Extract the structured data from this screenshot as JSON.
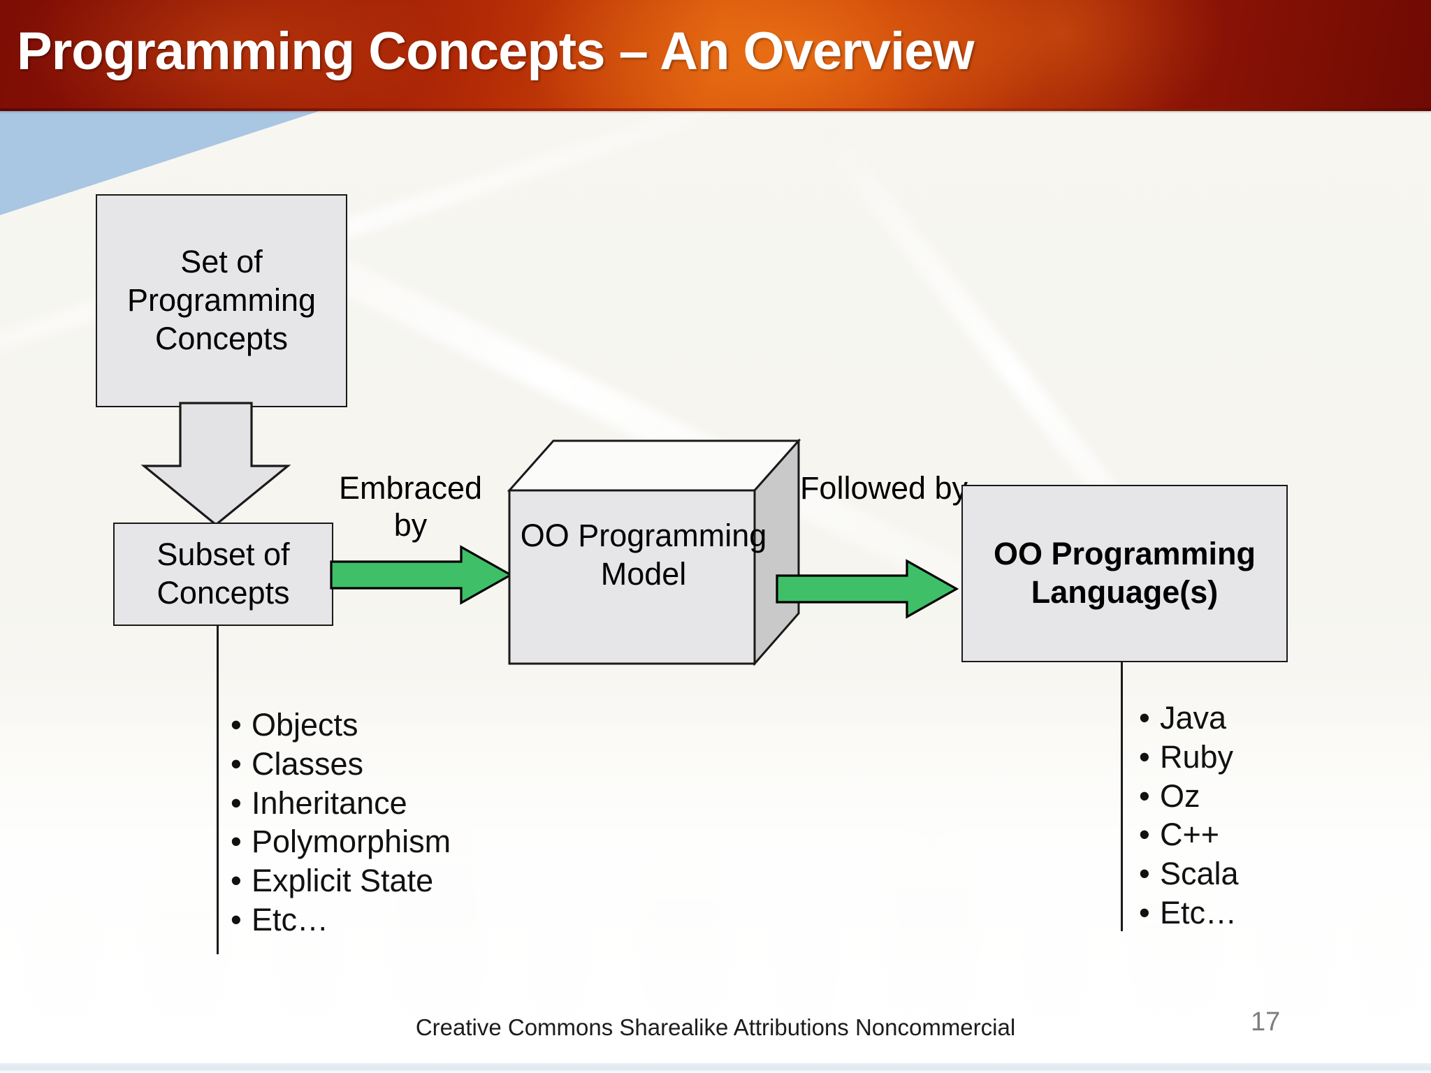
{
  "slide": {
    "title": "Programming Concepts – An Overview",
    "page_number": "17",
    "footer": "Creative Commons Sharealike Attributions Noncommercial",
    "theme": {
      "title_bar_dark": "#7d0d05",
      "title_bar_bright": "#d4510a",
      "title_text_color": "#ffffff",
      "node_fill": "#e6e6e8",
      "node_border": "#1a1a1a",
      "arrow_green": "#3fbf68",
      "arrow_green_border": "#000000",
      "background": "#f7f6f1",
      "accent_blue": "#a9c6e3",
      "page_number_color": "#7d7d7d"
    }
  },
  "diagram": {
    "nodes": {
      "set_of_concepts": "Set of Programming Concepts",
      "subset_of_concepts": "Subset of Concepts",
      "oo_model": "OO Programming Model",
      "oo_language": "OO Programming Language(s)"
    },
    "connectors": {
      "down_arrow": "narrows-to",
      "embraced_by": "Embraced by",
      "followed_by": "Followed by"
    },
    "concepts_list": [
      "Objects",
      "Classes",
      "Inheritance",
      "Polymorphism",
      "Explicit State",
      "Etc…"
    ],
    "languages_list": [
      "Java",
      "Ruby",
      "Oz",
      "C++",
      "Scala",
      "Etc…"
    ],
    "bullet_glyph": "•"
  }
}
